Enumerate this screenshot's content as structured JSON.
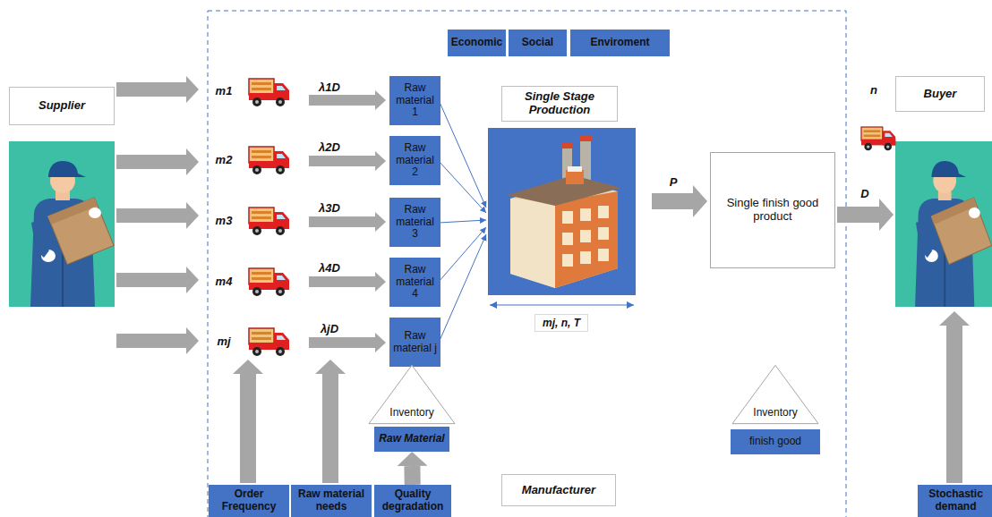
{
  "diagram": {
    "nodes": [
      {
        "text": [
          "Economic"
        ]
      },
      {
        "text": [
          "Social"
        ]
      },
      {
        "text": [
          "Enviroment"
        ]
      },
      {
        "text": [
          "Supplier"
        ]
      },
      {
        "text": [
          "Buyer"
        ]
      },
      {
        "text": [
          "Raw material 1"
        ]
      },
      {
        "text": [
          "Raw material 2"
        ]
      },
      {
        "text": [
          "Raw material 3"
        ]
      },
      {
        "text": [
          "Raw material 4"
        ]
      },
      {
        "text": [
          "Raw material j"
        ]
      },
      {
        "text": [
          "Single Stage Production"
        ]
      },
      {
        "text": [
          "Single finish good product"
        ]
      },
      {
        "text": [
          "Inventory"
        ]
      },
      {
        "text": [
          "Raw Material"
        ]
      },
      {
        "text": [
          "Inventory"
        ]
      },
      {
        "text": [
          "finish good"
        ]
      },
      {
        "text": [
          "Order Frequency"
        ]
      },
      {
        "text": [
          "Raw material needs"
        ]
      },
      {
        "text": [
          "Quality degradation"
        ]
      },
      {
        "text": [
          "Manufacturer"
        ]
      },
      {
        "text": [
          "Stochastic demand"
        ]
      }
    ],
    "edges": [
      {
        "from": 18,
        "to": 13,
        "arrow": "to"
      }
    ],
    "labels": [
      "m1",
      "λ1D",
      "m2",
      "λ2D",
      "m3",
      "λ3D",
      "m4",
      "λ4D",
      "mj",
      "λjD",
      "P",
      "n",
      "D",
      "mj, n, T"
    ]
  }
}
